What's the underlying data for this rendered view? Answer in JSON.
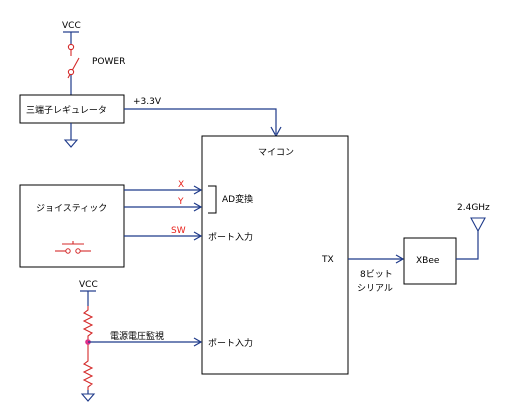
{
  "labels": {
    "vcc_top": "VCC",
    "power": "POWER",
    "regulator": "三端子レギュレータ",
    "v33": "+3.3V",
    "joystick": "ジョイスティック",
    "x": "X",
    "y": "Y",
    "sw": "SW",
    "ad": "AD変換",
    "port_in_1": "ポート入力",
    "mcu": "マイコン",
    "tx": "TX",
    "bits_line1": "8ビット",
    "bits_line2": "シリアル",
    "xbee": "XBee",
    "freq": "2.4GHz",
    "vcc_bottom": "VCC",
    "voltage_monitor": "電源電圧監視",
    "port_in_2": "ポート入力"
  },
  "colors": {
    "signal_wire": "#1e3a8a",
    "component_red": "#d42a2a",
    "junction": "#e0308a",
    "text_red": "#e8201a"
  }
}
